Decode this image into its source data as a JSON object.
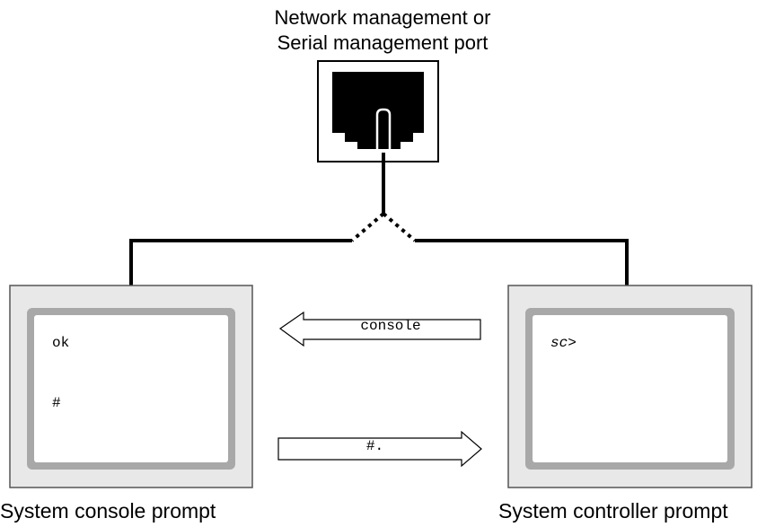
{
  "port": {
    "title_line1": "Network management or",
    "title_line2": "Serial management port"
  },
  "left_terminal": {
    "caption": "System console prompt",
    "prompts": [
      "ok",
      "#"
    ]
  },
  "right_terminal": {
    "caption": "System controller prompt",
    "prompt": "sc>"
  },
  "arrows": {
    "to_console_command": "console",
    "to_controller_command": "#."
  },
  "colors": {
    "terminal_outer": "#e8e8e8",
    "terminal_bezel": "#a8a8a8",
    "port_fill": "#000000",
    "line": "#000000"
  }
}
